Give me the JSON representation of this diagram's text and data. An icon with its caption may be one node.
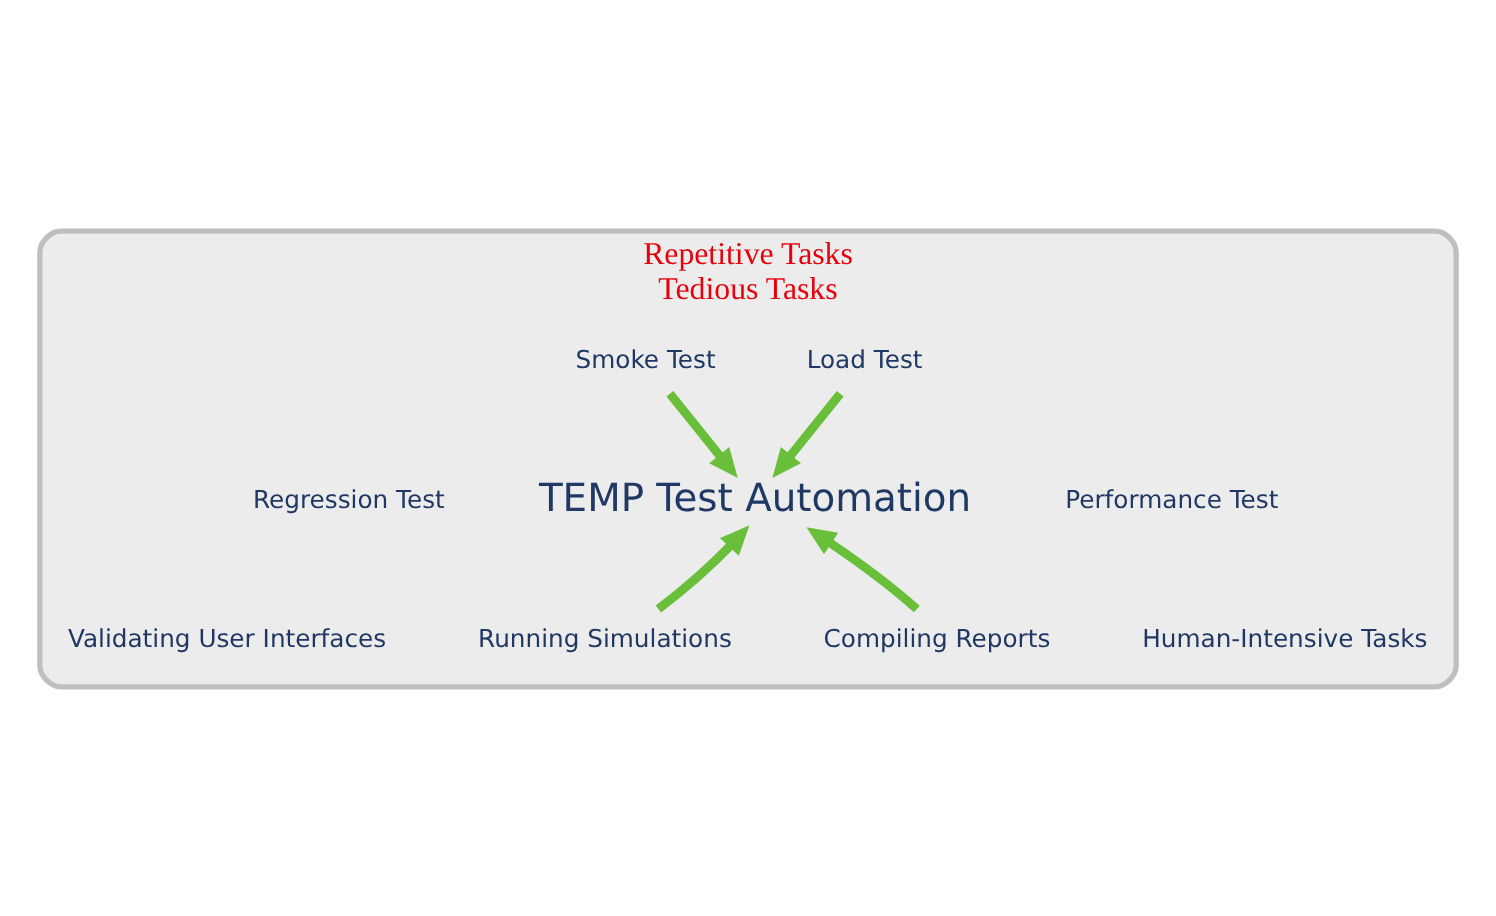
{
  "diagram": {
    "nodes": [
      {
        "text": [
          "Repetitive Tasks",
          "Tedious Tasks"
        ]
      },
      {
        "text": [
          "Smoke Test"
        ],
        "in": 0
      },
      {
        "text": [
          "Load Test"
        ],
        "in": 0
      },
      {
        "text": [
          "TEMP Test Automation"
        ],
        "in": 0
      },
      {
        "text": [
          "Running Simulations"
        ],
        "in": 0
      },
      {
        "text": [
          "Compiling Reports"
        ],
        "in": 0
      }
    ],
    "edges": [
      {
        "from": 1,
        "to": 3,
        "arrow": "to"
      },
      {
        "from": 2,
        "to": 3,
        "arrow": "to"
      },
      {
        "from": 4,
        "to": 3,
        "arrow": "to"
      },
      {
        "from": 5,
        "to": 3,
        "arrow": "to"
      }
    ],
    "labels": [
      "Regression Test",
      "Performance Test",
      "Validating User Interfaces",
      "Human-Intensive Tasks"
    ]
  }
}
